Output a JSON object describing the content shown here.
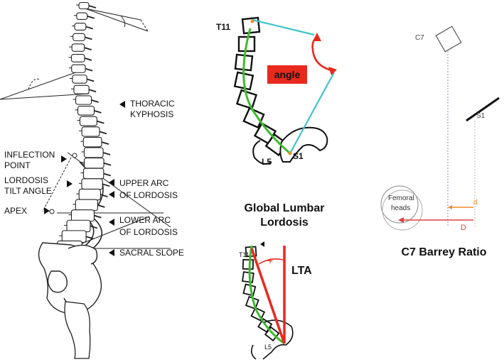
{
  "spine_panel": {
    "labels": {
      "thoracic_kyphosis_1": "THORACIC",
      "thoracic_kyphosis_2": "KYPHOSIS",
      "inflection_1": "INFLECTION",
      "inflection_2": "POINT",
      "lordosis_tilt_1": "LORDOSIS",
      "lordosis_tilt_2": "TILT ANGLE",
      "apex": "APEX",
      "upper_arc_1": "UPPER ARC",
      "upper_arc_2": "OF LORDOSIS",
      "lower_arc_1": "LOWER ARC",
      "lower_arc_2": "OF LORDOSIS",
      "sacral_slope": "SACRAL SLOPE"
    }
  },
  "gll_panel": {
    "label_t11": "T11",
    "label_l5": "L5",
    "label_s1": "S1",
    "angle_box": "angle",
    "caption_1": "Global Lumbar",
    "caption_2": "Lordosis",
    "colors": {
      "curve": "#3dbb2f",
      "lines": "#3fc4c8",
      "arrow": "#e8291d",
      "box": "#e8291d"
    }
  },
  "lta_panel": {
    "label_t11": "T11",
    "label_l5": "L5",
    "plus": "+",
    "label_lta": "LTA",
    "colors": {
      "curve": "#3dbb2f",
      "lines": "#e8291d"
    }
  },
  "c7_panel": {
    "label_c7": "C7",
    "label_s1": "S1",
    "label_femoral_1": "Femoral",
    "label_femoral_2": "heads",
    "label_d_small": "d",
    "label_d_large": "D",
    "caption": "C7 Barrey Ratio",
    "colors": {
      "d_small": "#f08a2a",
      "d_large": "#e04040",
      "plumb": "#8888cc"
    }
  }
}
